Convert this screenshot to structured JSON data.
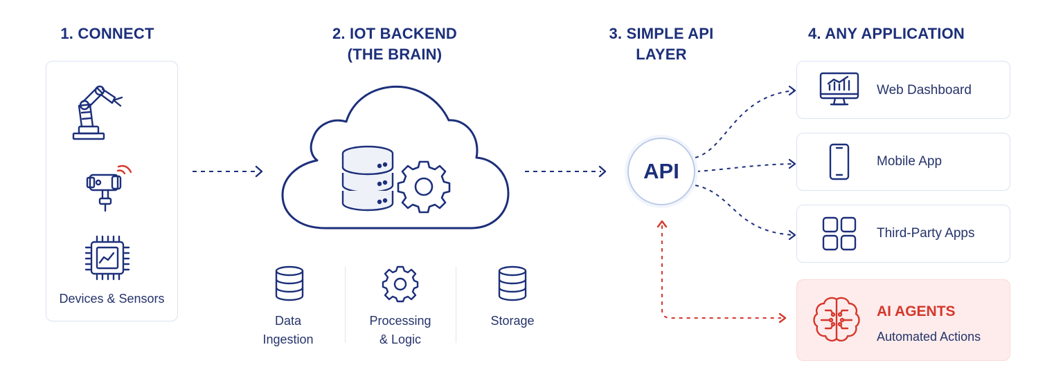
{
  "headings": {
    "connect": "1. CONNECT",
    "backend_line1": "2. IOT BACKEND",
    "backend_line2": "(THE BRAIN)",
    "api_line1": "3. SIMPLE API",
    "api_line2": "LAYER",
    "apps": "4. ANY APPLICATION"
  },
  "devices": {
    "caption": "Devices & Sensors",
    "icons": [
      "robot-arm-icon",
      "camera-sensor-icon",
      "chip-icon"
    ]
  },
  "backend": {
    "steps": [
      {
        "line1": "Data",
        "line2": "Ingestion",
        "icon": "database-icon"
      },
      {
        "line1": "Processing",
        "line2": "& Logic",
        "icon": "gear-icon"
      },
      {
        "line1": "Storage",
        "line2": "",
        "icon": "database-icon"
      }
    ]
  },
  "api": {
    "label": "API"
  },
  "apps": [
    {
      "label": "Web Dashboard",
      "icon": "monitor-chart-icon"
    },
    {
      "label": "Mobile App",
      "icon": "phone-icon"
    },
    {
      "label": "Third-Party Apps",
      "icon": "grid-icon"
    }
  ],
  "ai": {
    "title": "AI AGENTS",
    "subtitle": "Automated Actions",
    "icon": "brain-circuit-icon"
  },
  "colors": {
    "navy": "#1c2f7a",
    "red": "#d6362b",
    "ai_card_bg": "#fdeceb"
  }
}
